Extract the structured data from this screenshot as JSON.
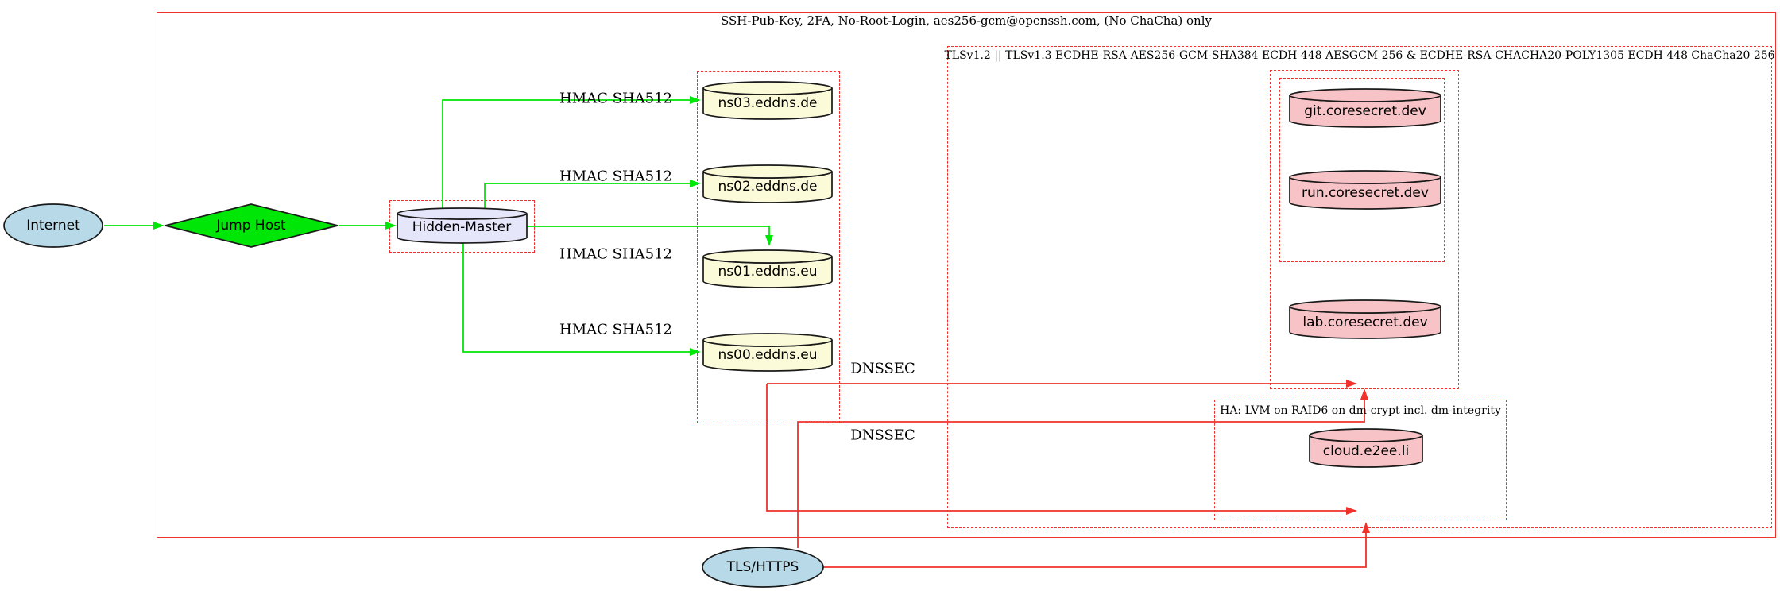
{
  "diagram": {
    "clusters": {
      "ssh_label": "SSH-Pub-Key, 2FA, No-Root-Login, aes256-gcm@openssh.com, (No ChaCha) only",
      "tls_label": "TLSv1.2 || TLSv1.3 ECDHE-RSA-AES256-GCM-SHA384 ECDH 448 AESGCM 256 & ECDHE-RSA-CHACHA20-POLY1305 ECDH 448 ChaCha20 256",
      "ha_label": "HA: LVM on RAID6 on dm-crypt incl. dm-integrity"
    },
    "nodes": {
      "internet": {
        "label": "Internet",
        "shape": "ellipse",
        "fill": "#b7d9e8"
      },
      "jump_host": {
        "label": "Jump Host",
        "shape": "diamond",
        "fill": "#00e606"
      },
      "hidden_master": {
        "label": "Hidden-Master",
        "shape": "cylinder",
        "fill": "#e6e6fa"
      },
      "ns03": {
        "label": "ns03.eddns.de",
        "shape": "cylinder",
        "fill": "#fbfad9"
      },
      "ns02": {
        "label": "ns02.eddns.de",
        "shape": "cylinder",
        "fill": "#fbfad9"
      },
      "ns01": {
        "label": "ns01.eddns.eu",
        "shape": "cylinder",
        "fill": "#fbfad9"
      },
      "ns00": {
        "label": "ns00.eddns.eu",
        "shape": "cylinder",
        "fill": "#fbfad9"
      },
      "git": {
        "label": "git.coresecret.dev",
        "shape": "cylinder",
        "fill": "#f8c3c6"
      },
      "run": {
        "label": "run.coresecret.dev",
        "shape": "cylinder",
        "fill": "#f8c3c6"
      },
      "lab": {
        "label": "lab.coresecret.dev",
        "shape": "cylinder",
        "fill": "#f8c3c6"
      },
      "cloud": {
        "label": "cloud.e2ee.li",
        "shape": "cylinder",
        "fill": "#f8c3c6"
      },
      "tls_https": {
        "label": "TLS/HTTPS",
        "shape": "ellipse",
        "fill": "#b7d9e8"
      }
    },
    "edge_labels": {
      "hmac": "HMAC SHA512",
      "dnssec": "DNSSEC"
    },
    "colors": {
      "edge_green": "#00e606",
      "edge_red": "#ef322b",
      "cluster_border_red": "#ef322b",
      "node_border": "#1a1a1a"
    }
  }
}
